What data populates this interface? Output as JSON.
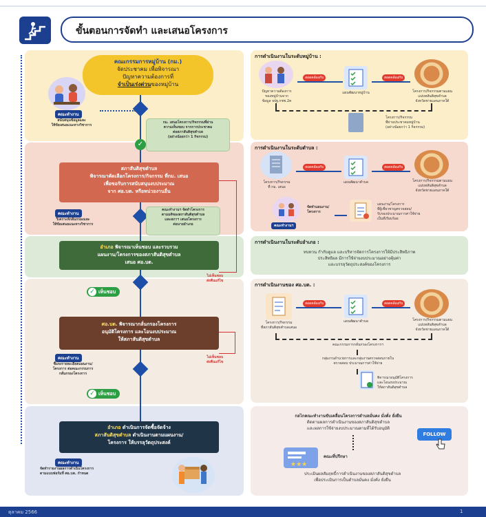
{
  "title": "ขั้นตอนการจัดทำ และเสนอโครงการ",
  "footer": {
    "left": "ตุลาคม 2566",
    "right": "1"
  },
  "flow": {
    "step1": {
      "title": "คณะกรรมการหมู่บ้าน (กม.)",
      "line1": "จัดประชาคม เพื่อพิจารณา",
      "line2": "ปัญหาความต้องการที่",
      "line3a": "จำเป็นเร่งด่วน",
      "line3b": "ของหมู่บ้าน"
    },
    "worker1": {
      "tag": "คณะทำงาน",
      "line1": "สนับสนุนข้อมูลและ",
      "line2": "ให้ข้อเสนอแนะทางวิชาการ"
    },
    "note1": {
      "line1": "กม. เสนอโครงการ/กิจกรรมที่ผ่าน",
      "line2": "ความเห็นชอบ จากการประชาคม",
      "line3": "ต่อสภาสันติสุขตำบล",
      "line4": "(อย่างน้อยกว่า 1 กิจกรรม)"
    },
    "step2": {
      "title": "สภาสันติสุขตำบล",
      "line1": "พิจารณาคัดเลือกโครงการ/กิจกรรม ที่กม. เสนอ",
      "line2": "เพื่อขอรับการสนับสนุนงบประมาณ",
      "line3": "จาก ศอ.บต. หรือหน่วยงานอื่น"
    },
    "worker2": {
      "tag": "คณะทำงาน",
      "line1": "วิเคราะห์กลั่นกรองและ",
      "line2": "ให้ข้อเสนอแนะทางวิชาการ"
    },
    "note2": {
      "line1": "คณะทำงานฯ จัดทำโครงการ",
      "line2": "ตามมติของสภาสันติสุขตำบล",
      "line3": "และสภาฯ เสนอโครงการ",
      "line4": "ต่อนายอำเภอ"
    },
    "step3": {
      "line1a": "อำเภอ",
      "line1b": " พิจารณาเห็นชอบ และรวบรวม",
      "line2": "แผนงาน/โครงการของสภาสันติสุขตำบล",
      "line3": "เสนอ ศอ.บต."
    },
    "reject1": {
      "line1": "ไม่เห็นชอบ",
      "line2": "ส่งคืนแก้ไข"
    },
    "approve1": "เห็นชอบ",
    "step4": {
      "line1a": "ศอ.บต.",
      "line1b": " พิจารณากลั่นกรองโครงการ",
      "line2": "อนุมัติโครงการ และโอนงบประมาณ",
      "line3": "ให้สภาสันติสุขตำบล"
    },
    "worker4": {
      "tag": "คณะทำงาน",
      "line1": "ชี้แจงรายละเอียดแผนงาน/",
      "line2": "โครงการ ต่อคณะกรรมการ",
      "line3": "กลั่นกรองโครงการ"
    },
    "reject2": {
      "line1": "ไม่เห็นชอบ",
      "line2": "ส่งคืนแก้ไข"
    },
    "approve2": "เห็นชอบ",
    "step5": {
      "line1a": "อำเภอ",
      "line1b": " ดำเนินการจัดซื้อจัดจ้าง",
      "line2a": "สภาสันติสุขตำบล",
      "line2b": " ดำเนินงานตามแผนงาน/",
      "line3": "โครงการ ให้บรรลุวัตถุประสงค์"
    },
    "worker5": {
      "tag": "คณะทำงาน",
      "line1": "จัดทำรายงานผลการดำเนินโครงการ",
      "line2": "ตามแบบฟอร์มที่ ศอ.บต. กำหนด"
    }
  },
  "right": {
    "village": {
      "title": "การดำเนินงานในระดับหมู่บ้าน :",
      "item1": {
        "line1": "ปัญหาความต้องการ",
        "line2": "ของหมู่บ้านจาก",
        "line3": "ข้อมูล จปฐ.กชช.2ค"
      },
      "link1": "สอดคล้องกับ",
      "item2": "แผนพัฒนาหมู่บ้าน",
      "link2": "สอดคล้องกับ",
      "item3": {
        "line1": "โครงการ/กิจกรรมตามแผน",
        "line2": "แม่บทสันติสุขตำบล",
        "line3": "จังหวัดชายแดนภาคใต้"
      },
      "result": {
        "line1": "โครงการ/กิจกรรม",
        "line2": "ที่ผ่านประชาคมหมู่บ้าน",
        "line3": "(อย่างน้อยกว่า 1 กิจกรรม)"
      }
    },
    "subdistrict": {
      "title": "การดำเนินงานในระดับตำบล :",
      "item1": {
        "line1": "โครงการ/กิจกรรม",
        "line2": "ที่ กม. เสนอ"
      },
      "link1": "สอดคล้องกับ",
      "item2": "แผนพัฒนาตำบล",
      "link2": "สอดคล้องกับ",
      "item3": {
        "line1": "โครงการ/กิจกรรมตามแผน",
        "line2": "แม่บทสันติสุขตำบล",
        "line3": "จังหวัดชายแดนภาคใต้"
      },
      "prepare": {
        "line1": "จัดทำแผนงาน/",
        "line2": "โครงการ"
      },
      "worker": "คณะทำงานฯ",
      "result": {
        "line1": "แผนงาน/โครงการ",
        "line2": "ที่ผู้เชี่ยวชาญตรวจสอบ/",
        "line3": "รับรองประมาณการค่าใช้จ่าย",
        "line4": "เป็นที่เรียบร้อย"
      }
    },
    "district": {
      "title": "การดำเนินงานในระดับอำเภอ :",
      "line1": "ทบทวน กำกับดูแล และบริหารจัดการโครงการให้มีประสิทธิภาพ",
      "line2": "ประสิทธิผล มีการใช้จ่ายงบประมาณอย่างคุ้มค่า",
      "line3": "และบรรลุวัตถุประสงค์ของโครงการ"
    },
    "sbpac": {
      "title": "การดำเนินงานของ ศอ.บต. :",
      "item1": {
        "line1": "โครงการ/กิจกรรม",
        "line2": "ที่สภาสันติสุขตำบลเสนอ"
      },
      "link1": "สอดคล้องกับ",
      "item2": "แผนพัฒนาตำบล",
      "link2": "สอดคล้องกับ",
      "item3": {
        "line1": "โครงการ/กิจกรรมตามแผน",
        "line2": "แม่บทสันติสุขตำบล",
        "line3": "จังหวัดชายแดนภาคใต้"
      },
      "committee": "คณะกรรมการกลั่นกรองโครงการฯ",
      "group": {
        "line1": "กลุ่มงานอำนวยการและกลุ่มงานตรวจสอบภายใน",
        "line2": "ตรวจสอบ ประมาณการค่าใช้จ่าย"
      },
      "approve": {
        "line1": "พิจารณาอนุมัติโครงการ",
        "line2": "และโอนงบประมาณ",
        "line3": "ให้สภาสันติสุขตำบล"
      }
    },
    "monitor": {
      "line1": "กลไกคณะทำงานขับเคลื่อนโครงการตำบลมั่นคง มั่งคั่ง ยั่งยืน",
      "line2": "ติดตามผลการดำเนินงานของสภาสันติสุขตำบล",
      "line3": "และผลการใช้จ่ายงบประมาณตามที่ได้รับอนุมัติ",
      "follow": "FOLLOW",
      "advisor": "คณะที่ปรึกษา",
      "line4": "ประเมินผลสัมฤทธิ์การดำเนินงานของสภาสันติสุขตำบล",
      "line5": "เพื่อประเมินการเป็นตำบลมั่นคง มั่งคั่ง ยั่งยืน"
    }
  },
  "colors": {
    "navy": "#1d3f8f",
    "step1": "#f4c52b",
    "step2": "#d2684f",
    "step3": "#3f6b3a",
    "step4": "#6b3f2c",
    "step5": "#1f3447",
    "green": "#2e9e45",
    "red": "#d43030"
  }
}
